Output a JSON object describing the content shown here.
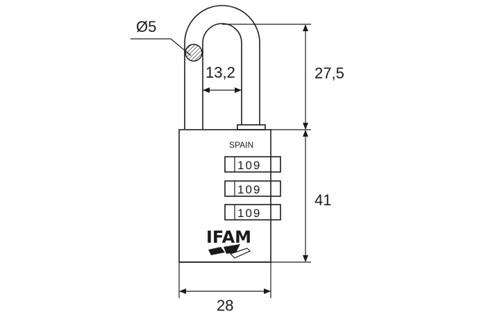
{
  "dimensions": {
    "wire_diameter": "Ø5",
    "shackle_inner_width": "13,2",
    "shackle_clearance": "27,5",
    "body_height": "41",
    "body_width": "28"
  },
  "body": {
    "origin_label": "SPAIN",
    "dials": [
      "109",
      "109",
      "109"
    ]
  },
  "brand": {
    "name": "IFAM"
  }
}
